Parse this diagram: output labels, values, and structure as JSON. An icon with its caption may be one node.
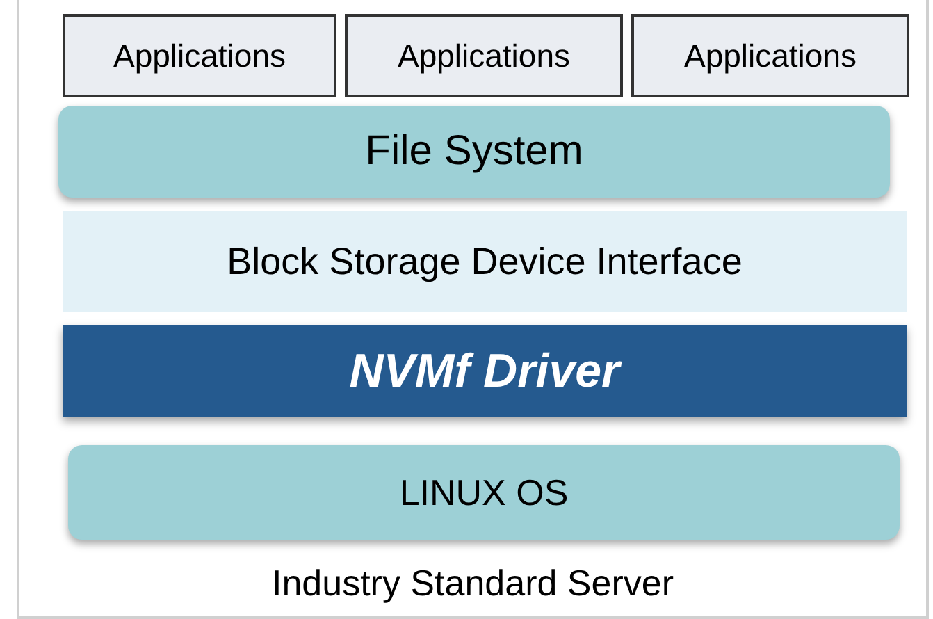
{
  "diagram": {
    "nodes": [
      {
        "text": [
          "Industry Standard Server"
        ]
      },
      {
        "text": [
          "Applications"
        ],
        "in": 0
      },
      {
        "text": [
          "Applications"
        ],
        "in": 0
      },
      {
        "text": [
          "Applications"
        ],
        "in": 0
      },
      {
        "text": [
          "File System"
        ],
        "in": 0
      },
      {
        "text": [
          "Block Storage Device Interface"
        ],
        "in": 0
      },
      {
        "text": [
          "NVMf Driver"
        ],
        "in": 0
      },
      {
        "text": [
          "LINUX OS"
        ],
        "in": 0
      }
    ],
    "edges": []
  }
}
